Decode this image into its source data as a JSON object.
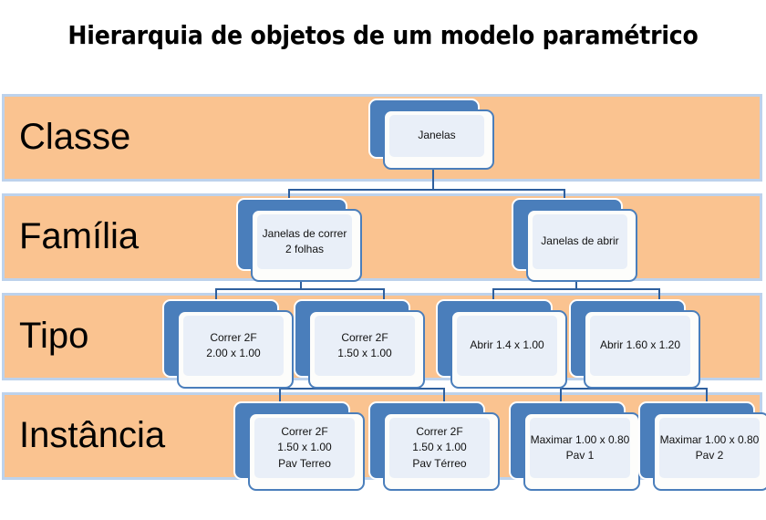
{
  "slide": {
    "title": "Hierarquia de objetos de um modelo paramétrico",
    "background": "#ffffff"
  },
  "colors": {
    "band_fill": "#fac390",
    "band_border": "#bdd2ec",
    "node_plate": "#4a7ebb",
    "node_card": "#fdfdfb",
    "node_inner": "#e9eff8",
    "connector": "#2e5f9e",
    "text": "#000000"
  },
  "bands": [
    {
      "id": "classe",
      "label": "Classe"
    },
    {
      "id": "familia",
      "label": "Família"
    },
    {
      "id": "tipo",
      "label": "Tipo"
    },
    {
      "id": "instancia",
      "label": "Instância"
    }
  ],
  "nodes": {
    "classe": [
      {
        "id": "janelas",
        "lines": [
          "Janelas"
        ]
      }
    ],
    "familia": [
      {
        "id": "janelas-correr-2f",
        "lines": [
          "Janelas de correr",
          "2 folhas"
        ]
      },
      {
        "id": "janelas-abrir",
        "lines": [
          "Janelas de abrir"
        ]
      }
    ],
    "tipo": [
      {
        "id": "correr-2f-200x100",
        "lines": [
          "Correr 2F",
          "2.00 x 1.00"
        ]
      },
      {
        "id": "correr-2f-150x100",
        "lines": [
          "Correr 2F",
          "1.50 x 1.00"
        ]
      },
      {
        "id": "abrir-14x100",
        "lines": [
          "Abrir 1.4 x 1.00"
        ]
      },
      {
        "id": "abrir-160x120",
        "lines": [
          "Abrir 1.60 x 1.20"
        ]
      }
    ],
    "instancia": [
      {
        "id": "correr-2f-pav-terreo-1",
        "lines": [
          "Correr 2F",
          "1.50 x 1.00",
          "Pav Terreo"
        ]
      },
      {
        "id": "correr-2f-pav-terreo-2",
        "lines": [
          "Correr 2F",
          "1.50 x 1.00",
          "Pav Térreo"
        ]
      },
      {
        "id": "maximar-pav-1",
        "lines": [
          "Maximar  1.00  x 0.80",
          "Pav 1"
        ]
      },
      {
        "id": "maximar-pav-2",
        "lines": [
          "Maximar 1.00  x 0.80",
          "Pav 2"
        ]
      }
    ]
  },
  "node_text": {
    "classe_0_l0": "Janelas",
    "familia_0_l0": "Janelas de correr",
    "familia_0_l1": "2 folhas",
    "familia_1_l0": "Janelas de abrir",
    "tipo_0_l0": "Correr 2F",
    "tipo_0_l1": "2.00 x 1.00",
    "tipo_1_l0": "Correr 2F",
    "tipo_1_l1": "1.50 x 1.00",
    "tipo_2_l0": "Abrir 1.4 x 1.00",
    "tipo_3_l0": "Abrir 1.60 x 1.20",
    "inst_0_l0": "Correr 2F",
    "inst_0_l1": "1.50 x 1.00",
    "inst_0_l2": "Pav Terreo",
    "inst_1_l0": "Correr 2F",
    "inst_1_l1": "1.50 x 1.00",
    "inst_1_l2": "Pav Térreo",
    "inst_2_l0": "Maximar  1.00  x 0.80",
    "inst_2_l1": "Pav 1",
    "inst_3_l0": "Maximar 1.00  x 0.80",
    "inst_3_l1": "Pav 2"
  },
  "band_labels": {
    "classe": "Classe",
    "familia": "Família",
    "tipo": "Tipo",
    "instancia": "Instância"
  }
}
